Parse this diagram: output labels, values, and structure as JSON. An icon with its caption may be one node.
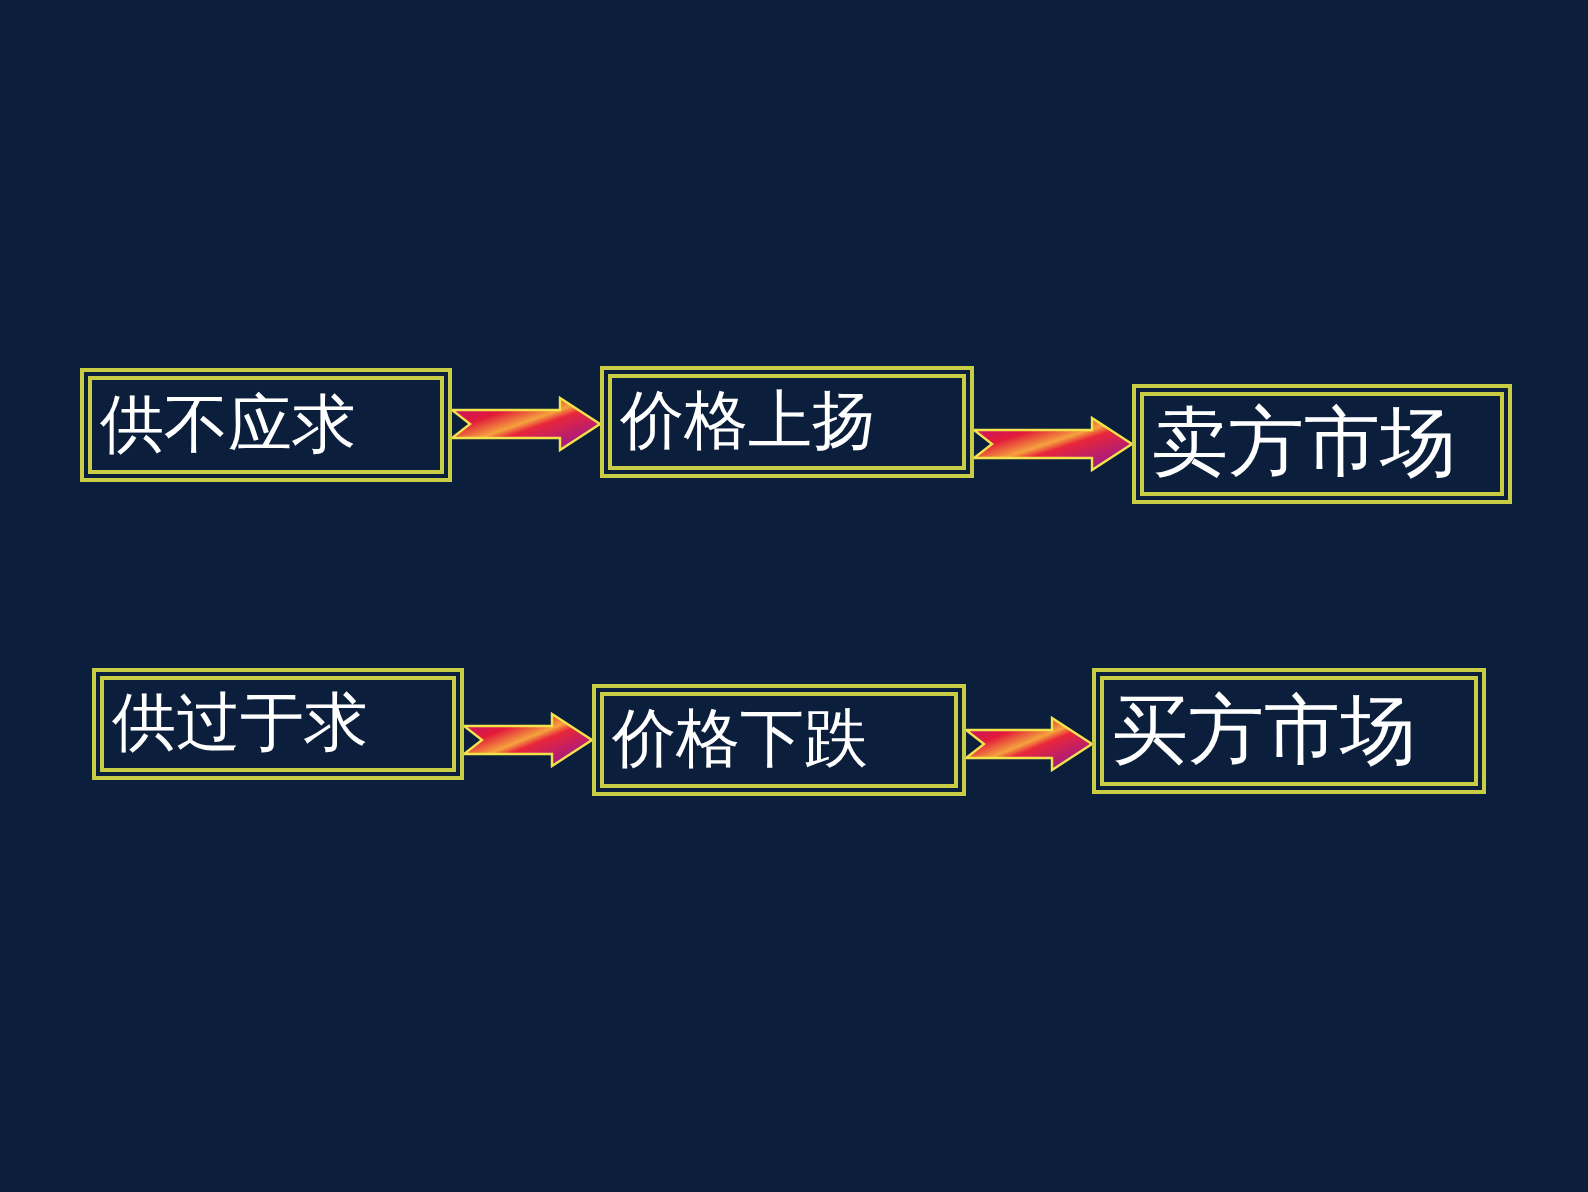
{
  "diagram": {
    "nodes": [
      {
        "text": [
          "供不应求"
        ]
      },
      {
        "text": [
          "价格上扬"
        ]
      },
      {
        "text": [
          "卖方市场"
        ]
      },
      {
        "text": [
          "供过于求"
        ]
      },
      {
        "text": [
          "价格下跌"
        ]
      },
      {
        "text": [
          "买方市场"
        ]
      }
    ],
    "edges": [
      {
        "from": 0,
        "to": 1,
        "arrow": "to"
      },
      {
        "from": 1,
        "to": 2,
        "arrow": "to"
      },
      {
        "from": 3,
        "to": 4,
        "arrow": "to"
      },
      {
        "from": 4,
        "to": 5,
        "arrow": "to"
      }
    ]
  }
}
